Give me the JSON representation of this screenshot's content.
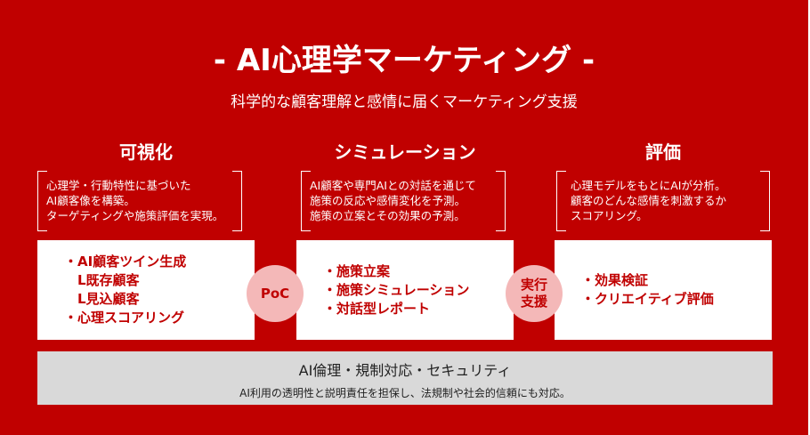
{
  "title": "- AI心理学マーケティング -",
  "subtitle": "科学的な顧客理解と感情に届くマーケティング支援",
  "columns": [
    {
      "heading": "可視化",
      "desc": [
        "心理学・行動特性に基づいた",
        "AI顧客像を構築。",
        "ターゲティングや施策評価を実現。"
      ],
      "items": [
        "・AI顧客ツイン生成",
        "　L既存顧客",
        "　L見込顧客",
        "・心理スコアリング"
      ]
    },
    {
      "heading": "シミュレーション",
      "desc": [
        "AI顧客や専門AIとの対話を通じて",
        "施策の反応や感情変化を予測。",
        "施策の立案とその効果の予測。"
      ],
      "items": [
        "・施策立案",
        "・施策シミュレーション",
        "・対話型レポート"
      ]
    },
    {
      "heading": "評価",
      "desc": [
        "心理モデルをもとにAIが分析。",
        "顧客のどんな感情を刺激するか",
        "スコアリング。"
      ],
      "items": [
        "・効果検証",
        "・クリエイティブ評価"
      ]
    }
  ],
  "connectors": [
    {
      "label": "PoC"
    },
    {
      "label": "実行\n支援",
      "lines": [
        "実行",
        "支援"
      ]
    }
  ],
  "footer": {
    "title": "AI倫理・規制対応・セキュリティ",
    "text": "AI利用の透明性と説明責任を担保し、法規制や社会的信頼にも対応。"
  },
  "colors": {
    "brand": "#c00000",
    "circle": "#f4b8b8",
    "footer": "#d9d9d9"
  }
}
